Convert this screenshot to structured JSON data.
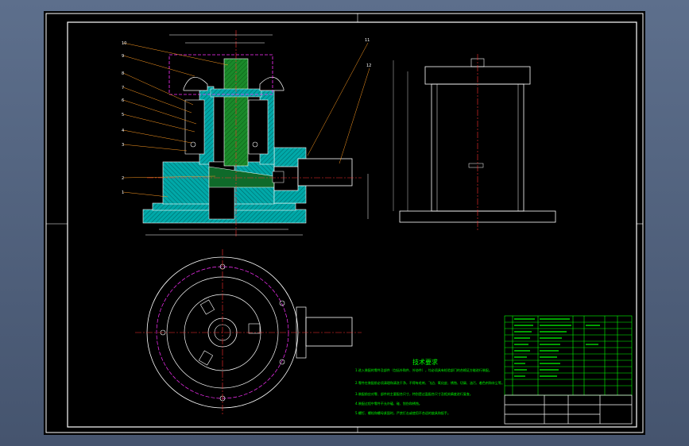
{
  "drawing": {
    "callouts": [
      "10",
      "9",
      "8",
      "7",
      "6",
      "5",
      "4",
      "3",
      "2",
      "1",
      "11",
      "12"
    ],
    "tech_title": "技术要求",
    "tech_lines": [
      "1.进入装配的零件及部件（包括外购件、外协件），均必须具有检验部门的合格证方能进行装配。",
      "2.零件在装配前必须清理和清洗干净，不得有毛刺、飞边、氧化皮、锈蚀、切屑、油污、着色剂和灰尘等。",
      "3.装配前应对零、部件的主要配合尺寸，特别是过盈配合尺寸及相关精度进行复查。",
      "4.装配过程中零件不允许磕、碰、划伤和锈蚀。",
      "5.螺钉、螺栓和螺母紧固时，严禁打击或使用不合适的旋具和扳手。"
    ]
  },
  "colors": {
    "frame": "#ffffff",
    "hatch": "#00a8a8",
    "section_dark": "#007070",
    "core": "#1a8a2a",
    "centerline": "#ff3030",
    "hidden": "#ff30ff",
    "leader": "#ff9a20",
    "title_block": "#00ff00"
  }
}
